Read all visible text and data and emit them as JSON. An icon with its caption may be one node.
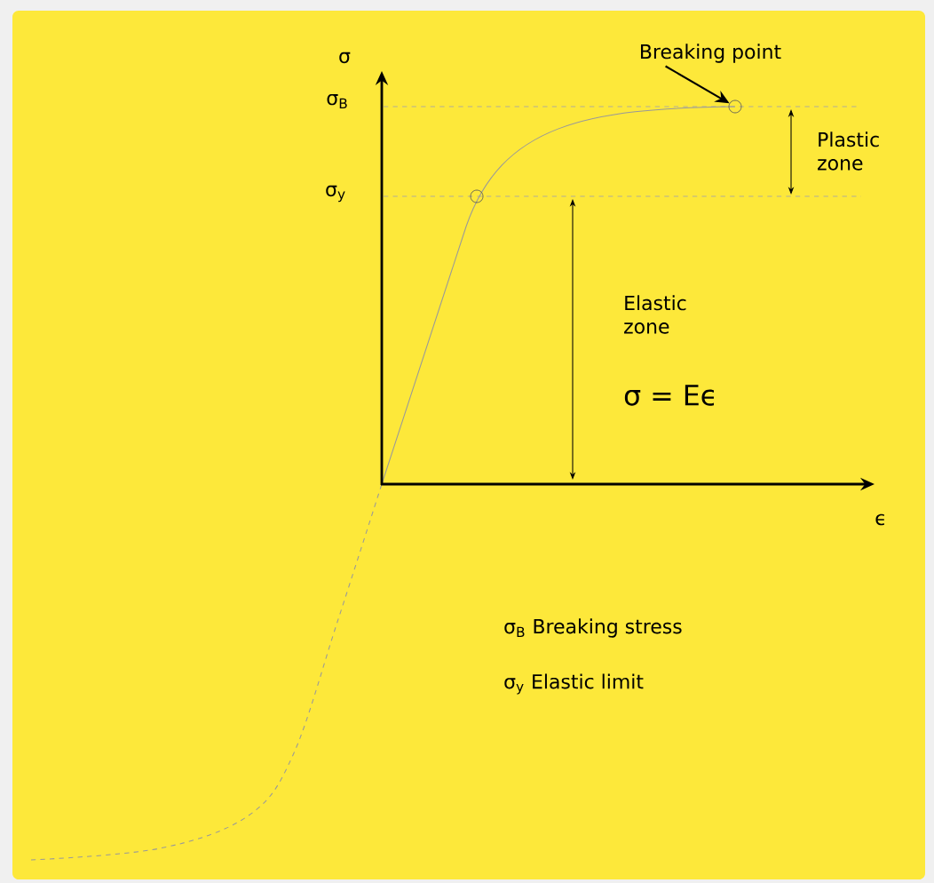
{
  "diagram": {
    "nodes": [
      {
        "text": [
          "Breaking point"
        ]
      },
      {
        "text": [],
        "shape": "circle"
      },
      {
        "text": [],
        "shape": "circle"
      }
    ],
    "edges": [
      {
        "from": 0,
        "to": 1,
        "arrow": "to"
      }
    ],
    "labels": [
      "σ",
      "σ$_{B}$",
      "σ$_{y}$",
      "ϵ",
      "Plastic zone",
      "Elastic zone",
      "σ = Eϵ",
      "σ$_{B}$ Breaking stress",
      "σ$_{y}$ Elastic limit"
    ]
  }
}
